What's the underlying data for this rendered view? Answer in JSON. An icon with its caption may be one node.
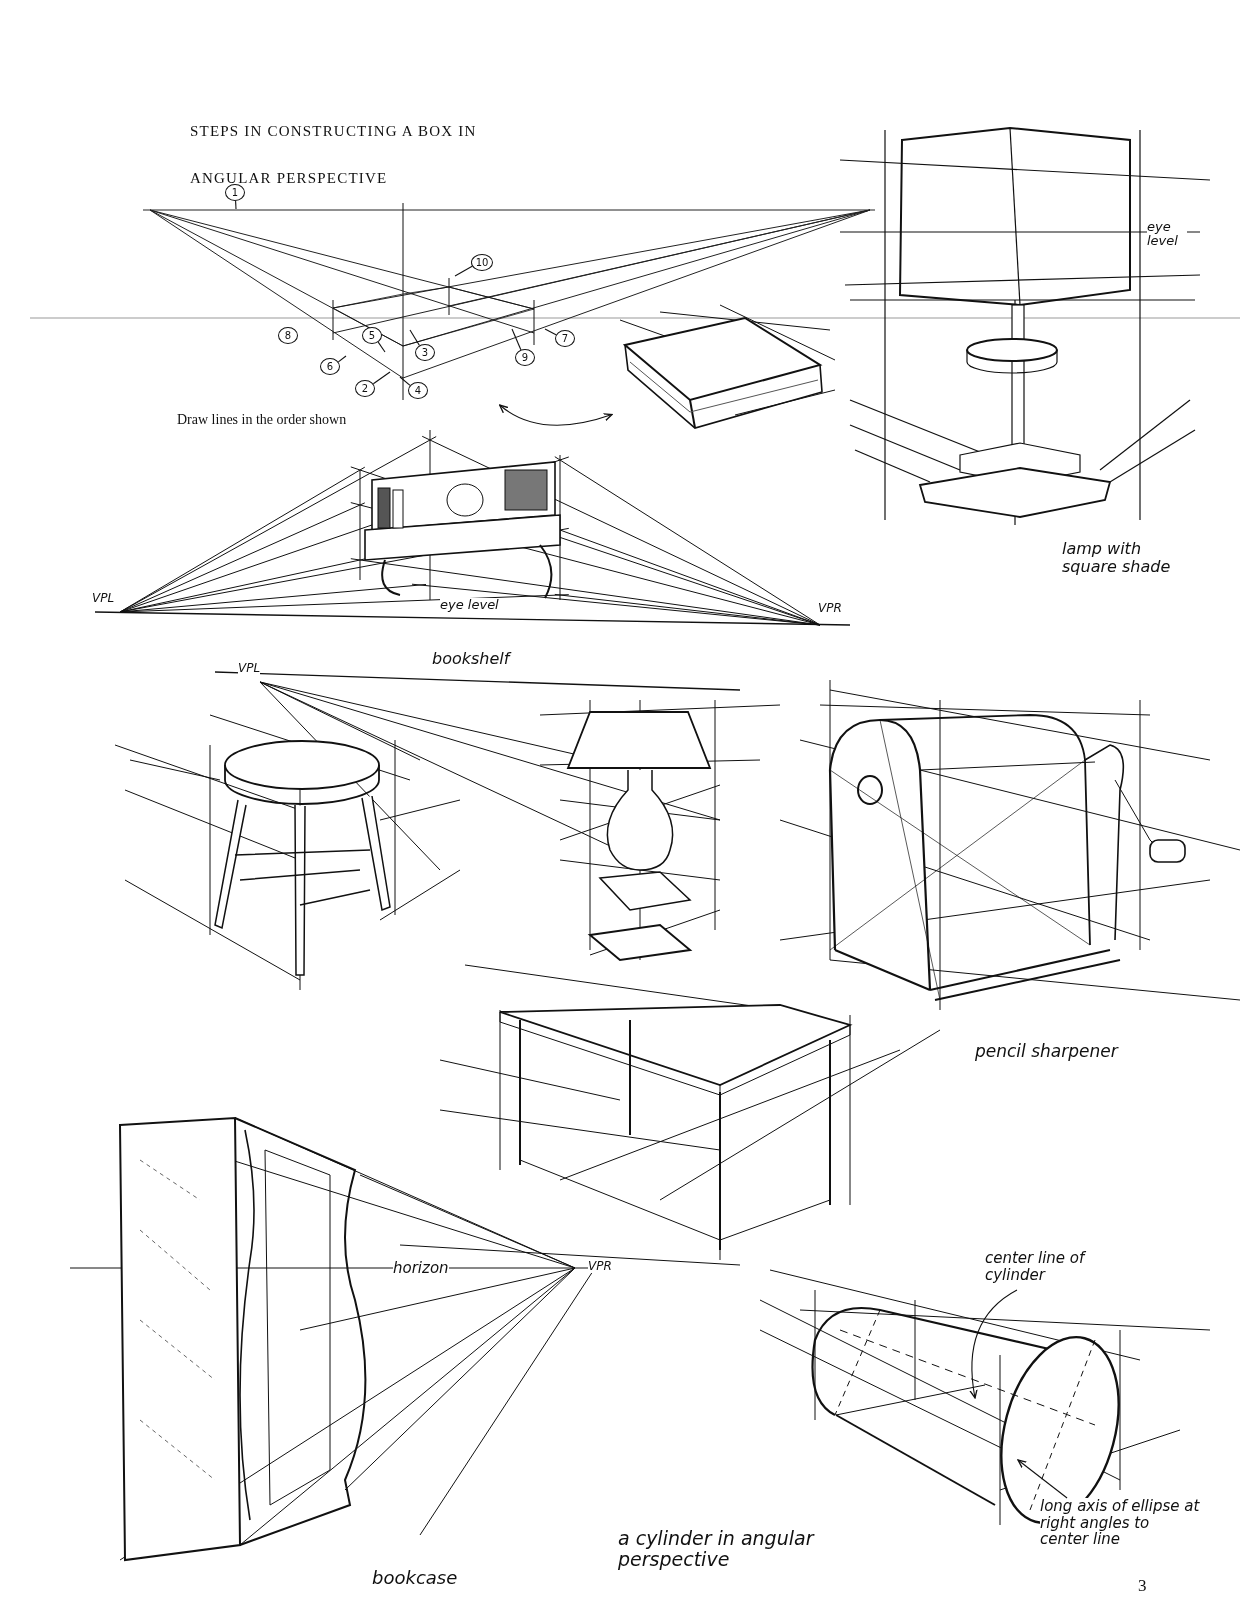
{
  "diagram": {
    "title": "STEPS IN CONSTRUCTING A BOX IN ANGULAR PERSPECTIVE",
    "nodes": [
      {
        "text": [],
        "shape": "picture"
      },
      {
        "text": [
          "1"
        ]
      },
      {
        "text": [
          "10"
        ],
        "in": 0
      },
      {
        "text": [
          "8"
        ]
      },
      {
        "text": [
          "5"
        ],
        "in": 0
      },
      {
        "text": [
          "3"
        ],
        "in": 0
      },
      {
        "text": [
          "7"
        ]
      },
      {
        "text": [
          "9"
        ],
        "in": 0
      },
      {
        "text": [
          "6"
        ],
        "in": 0
      },
      {
        "text": [
          "2"
        ],
        "in": 0
      },
      {
        "text": [
          "4"
        ],
        "in": 0
      },
      {
        "text": [],
        "shape": "picture"
      },
      {
        "text": [
          "center line of cylinder"
        ]
      },
      {
        "text": [
          "long axis of ellipse at right angles to center line"
        ]
      }
    ],
    "edges": [
      {
        "from": 0,
        "to": 11,
        "arrow": "both"
      },
      {
        "from": 1,
        "to": null,
        "arrow": "none"
      },
      {
        "from": 2,
        "to": null,
        "arrow": "none"
      },
      {
        "from": 4,
        "to": null,
        "arrow": "none"
      },
      {
        "from": 5,
        "to": null,
        "arrow": "none"
      },
      {
        "from": 6,
        "to": null,
        "arrow": "none"
      },
      {
        "from": 7,
        "to": null,
        "arrow": "none"
      },
      {
        "from": 8,
        "to": null,
        "arrow": "none"
      },
      {
        "from": 9,
        "to": null,
        "arrow": "none"
      },
      {
        "from": 10,
        "to": null,
        "arrow": "none"
      },
      {
        "from": 12,
        "to": null,
        "arrow": "to"
      },
      {
        "from": 13,
        "to": null,
        "arrow": "to"
      }
    ],
    "labels": [
      "Draw lines in the order shown",
      "eye level",
      "lamp with square shade",
      "VPL",
      "eye level",
      "VPR",
      "bookshelf",
      "VPL",
      "pencil sharpener",
      "horizon",
      "VPR",
      "bookcase",
      "a cylinder in angular perspective",
      "3"
    ]
  }
}
